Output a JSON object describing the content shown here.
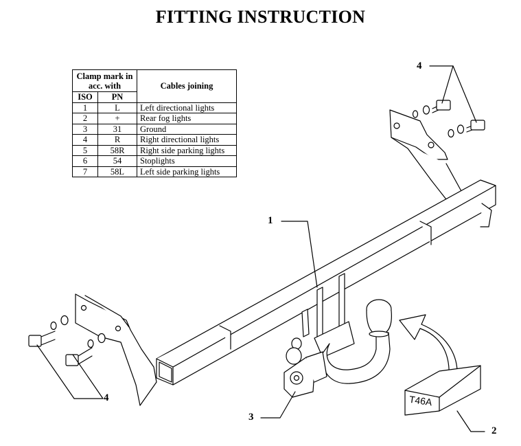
{
  "title": "FITTING INSTRUCTION",
  "table": {
    "header_clamp": "Clamp mark in acc. with",
    "header_iso": "ISO",
    "header_pn": "PN",
    "header_cables": "Cables joining",
    "rows": [
      {
        "iso": "1",
        "pn": "L",
        "cable": "Left directional lights"
      },
      {
        "iso": "2",
        "pn": "+",
        "cable": "Rear fog lights"
      },
      {
        "iso": "3",
        "pn": "31",
        "cable": "Ground"
      },
      {
        "iso": "4",
        "pn": "R",
        "cable": "Right directional lights"
      },
      {
        "iso": "5",
        "pn": "58R",
        "cable": "Right side parking lights"
      },
      {
        "iso": "6",
        "pn": "54",
        "cable": "Stoplights"
      },
      {
        "iso": "7",
        "pn": "58L",
        "cable": "Left side parking lights"
      }
    ]
  },
  "callouts": {
    "bolts_top": "4",
    "bar": "1",
    "bolts_bottom": "4",
    "socket": "3",
    "box": "2"
  },
  "box_label": "T46A"
}
